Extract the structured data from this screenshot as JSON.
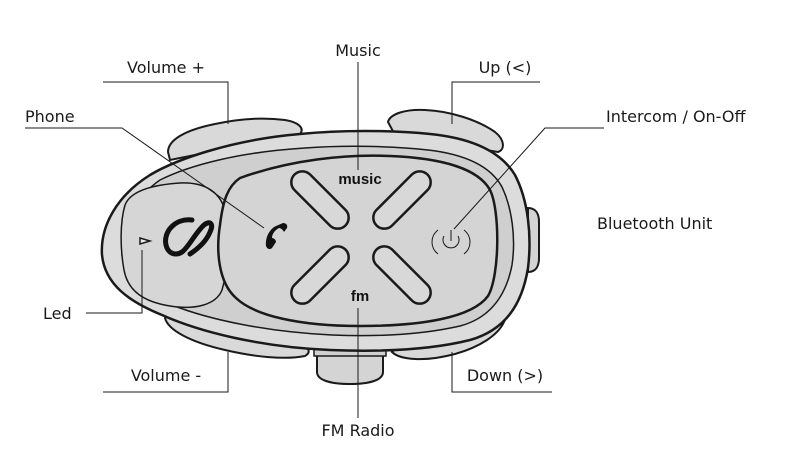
{
  "labels": {
    "music": "Music",
    "volume_plus": "Volume +",
    "up": "Up (<)",
    "phone": "Phone",
    "intercom": "Intercom / On-Off",
    "bluetooth_unit": "Bluetooth Unit",
    "led": "Led",
    "volume_minus": "Volume -",
    "down": "Down (>)",
    "fm_radio": "FM Radio"
  },
  "buttons": {
    "music": "music",
    "fm": "fm",
    "power_icon": "power-icon",
    "phone_icon": "phone-handset-icon",
    "logo_icon": "brand-logo-icon"
  },
  "colors": {
    "body_outer": "#dcdcdc",
    "body_inner": "#cfcfcf",
    "outline": "#1a1a1a",
    "label_text": "#1a1a1a"
  }
}
